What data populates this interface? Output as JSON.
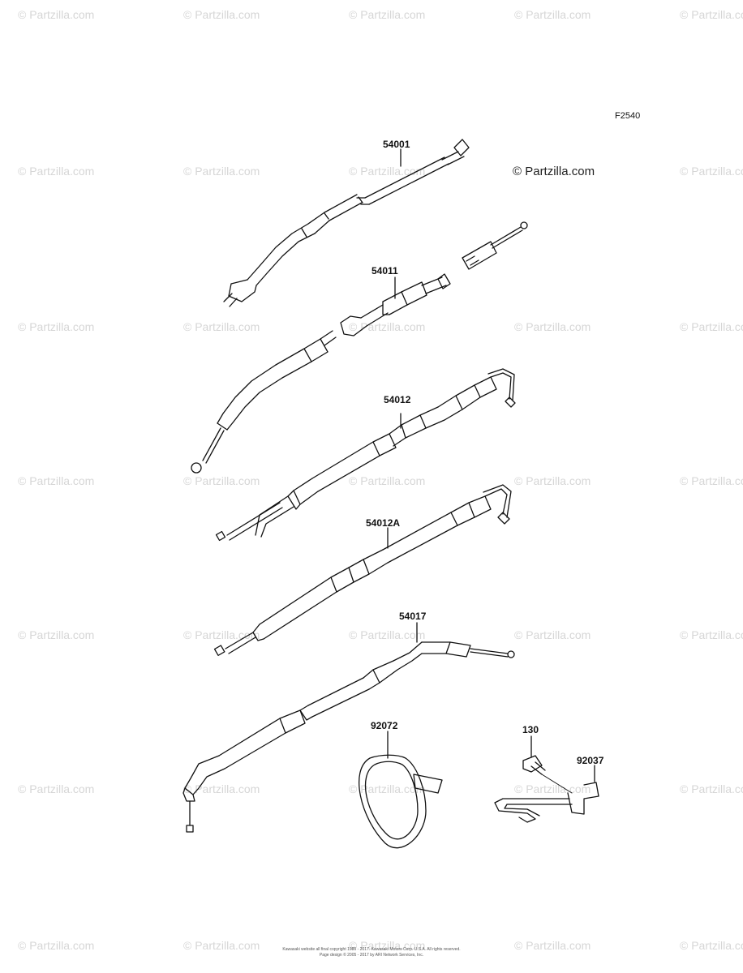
{
  "figure": {
    "code": "F2540",
    "brand": "© Partzilla.com",
    "watermark_text": "© Partzilla.com"
  },
  "parts": [
    {
      "id": "p54001",
      "number": "54001"
    },
    {
      "id": "p54011",
      "number": "54011"
    },
    {
      "id": "p54012",
      "number": "54012"
    },
    {
      "id": "p54012A",
      "number": "54012A"
    },
    {
      "id": "p54017",
      "number": "54017"
    },
    {
      "id": "p92072",
      "number": "92072"
    },
    {
      "id": "p130",
      "number": "130"
    },
    {
      "id": "p92037",
      "number": "92037"
    }
  ],
  "footer": {
    "line1": "Kawasaki website all final copyright 1985 - 2017. Kawasaki Motors Corp. U.S.A. All rights reserved.",
    "line2": "Page design © 2005 - 2017 by ARI Network Services, Inc."
  }
}
